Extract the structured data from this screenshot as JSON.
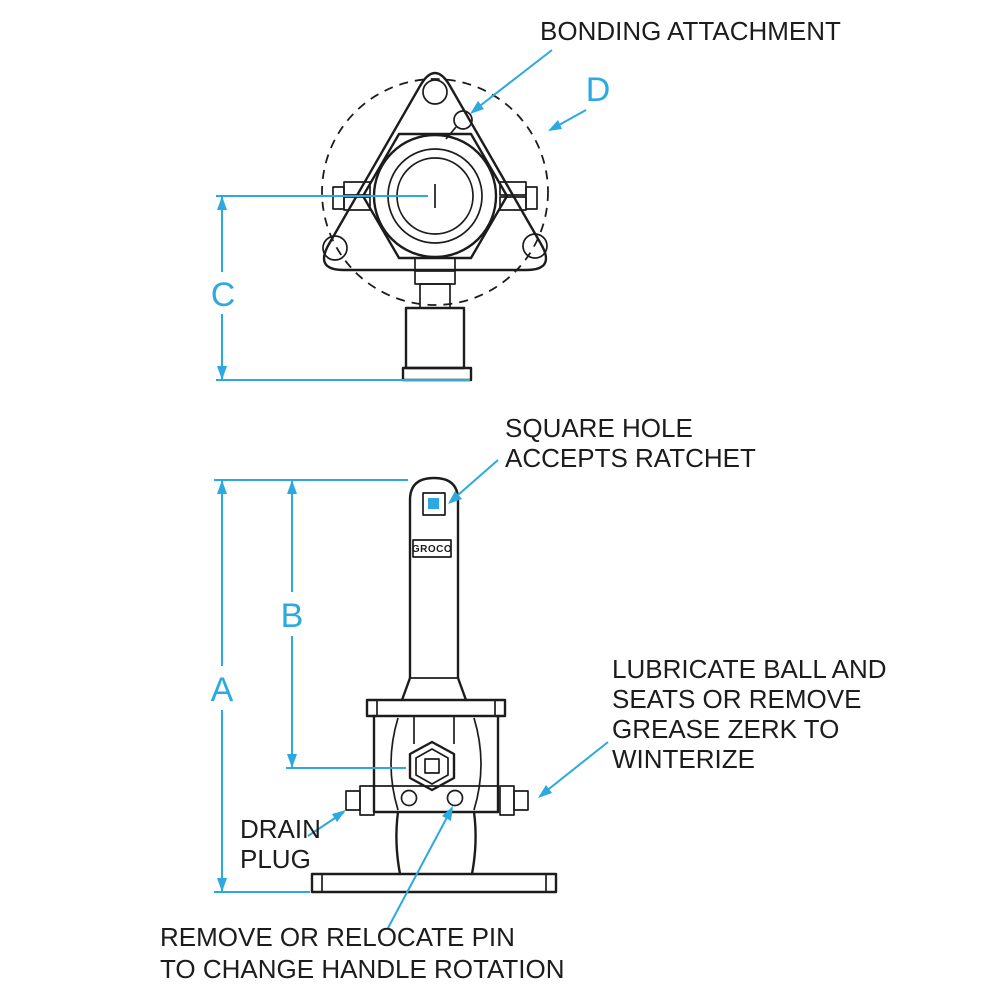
{
  "colors": {
    "annotation": "#2ba9e0",
    "ink": "#1c1c1c",
    "background": "#ffffff"
  },
  "top_view": {
    "callouts": {
      "bonding_attachment": "BONDING ATTACHMENT"
    },
    "dimensions": {
      "c": "C",
      "d": "D"
    }
  },
  "side_view": {
    "brand": "GROCO",
    "callouts": {
      "square_hole": [
        "SQUARE HOLE",
        "ACCEPTS RATCHET"
      ],
      "lubricate": [
        "LUBRICATE BALL AND",
        "SEATS OR REMOVE",
        "GREASE ZERK TO",
        "WINTERIZE"
      ],
      "drain_plug": [
        "DRAIN",
        "PLUG"
      ],
      "remove_pin": [
        "REMOVE OR RELOCATE PIN",
        "TO CHANGE HANDLE ROTATION"
      ]
    },
    "dimensions": {
      "a": "A",
      "b": "B"
    }
  }
}
